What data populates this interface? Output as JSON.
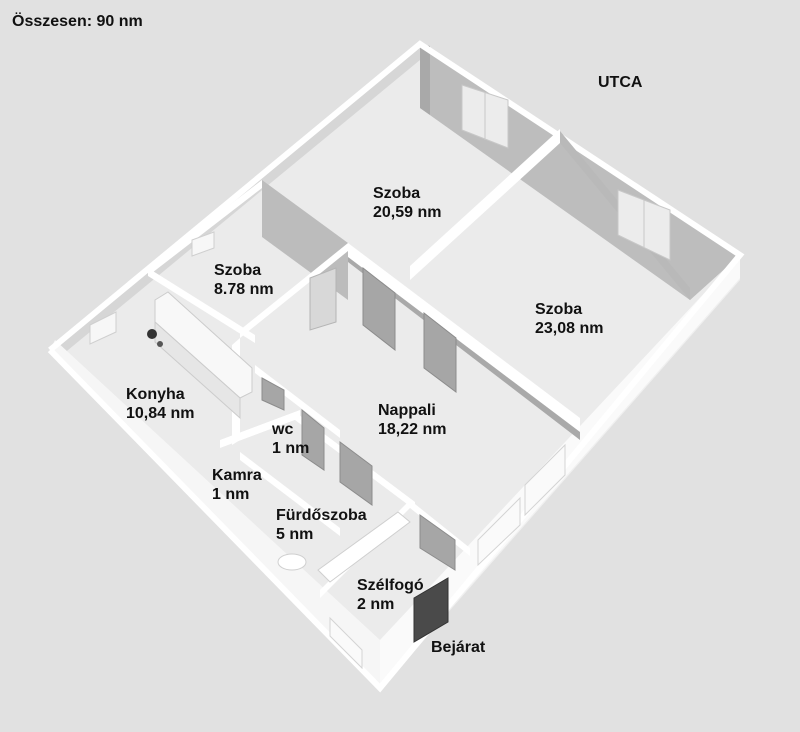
{
  "header": {
    "total": "Összesen: 90 nm"
  },
  "street_label": "UTCA",
  "entrance_label": "Bejárat",
  "rooms": [
    {
      "name": "Szoba",
      "area": "20,59 nm"
    },
    {
      "name": "Szoba",
      "area": "8.78 nm"
    },
    {
      "name": "Szoba",
      "area": "23,08 nm"
    },
    {
      "name": "Konyha",
      "area": "10,84 nm"
    },
    {
      "name": "Nappali",
      "area": "18,22 nm"
    },
    {
      "name": "wc",
      "area": "1 nm"
    },
    {
      "name": "Kamra",
      "area": "1 nm"
    },
    {
      "name": "Fürdőszoba",
      "area": "5 nm"
    },
    {
      "name": "Szélfogó",
      "area": "2 nm"
    }
  ],
  "colors": {
    "background": "#e1e1e1",
    "floor": "#ebebeb",
    "wall_top": "#ffffff",
    "wall_outer": "#f4f4f4",
    "wall_inner": "#b3b3b3",
    "door_gray": "#9e9e9e",
    "entrance_door": "#4a4a4a"
  }
}
